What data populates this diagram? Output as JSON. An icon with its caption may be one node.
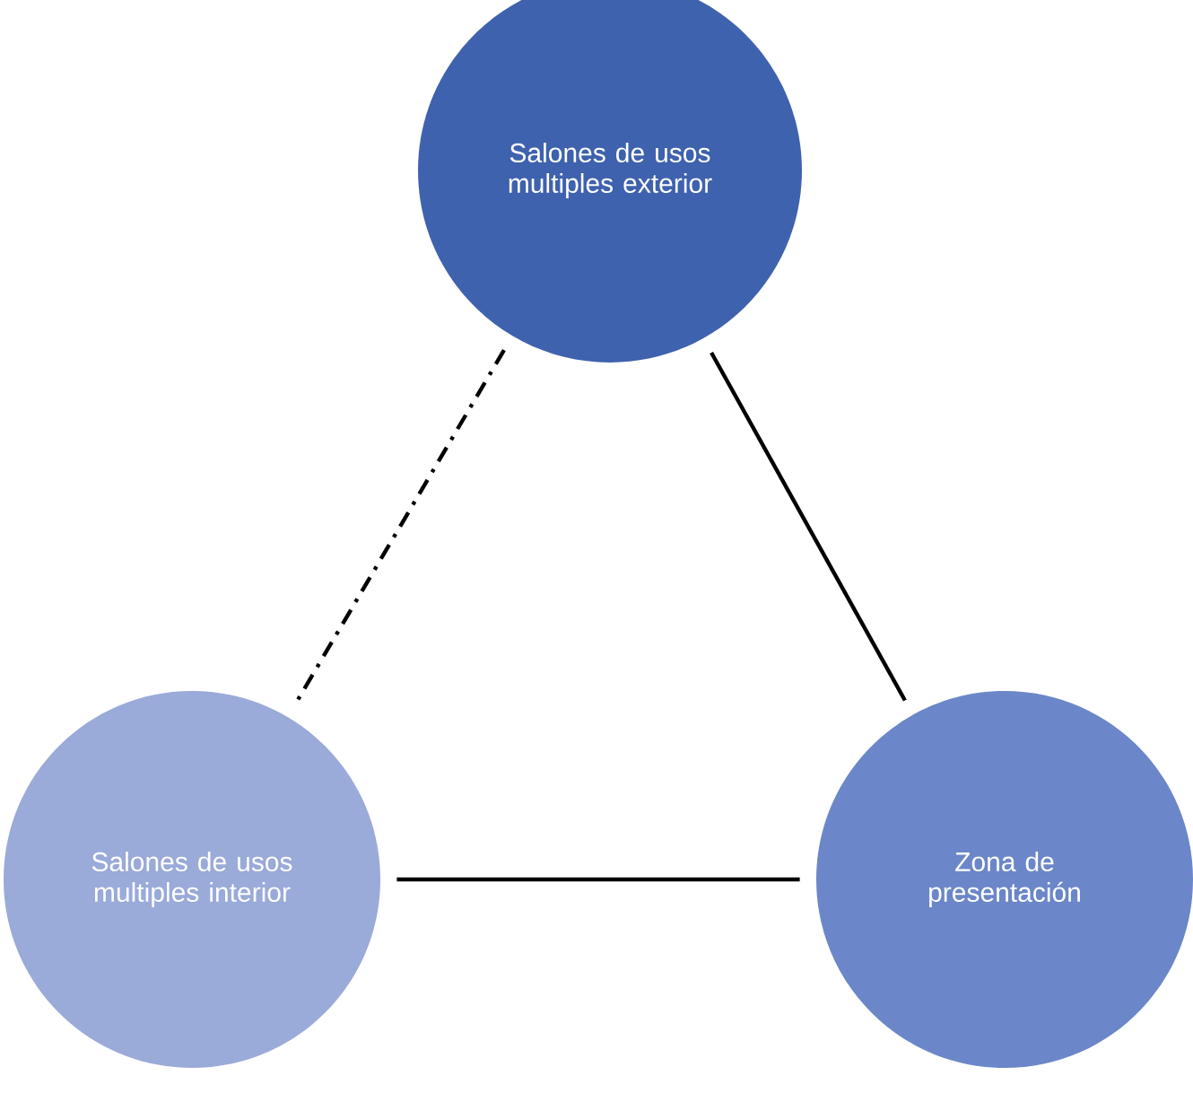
{
  "diagram": {
    "nodes": [
      {
        "text": [
          "Salones de usos multiples exterior"
        ]
      },
      {
        "text": [
          "Salones de usos multiples interior"
        ]
      },
      {
        "text": [
          "Zona de presentación"
        ]
      }
    ],
    "edges": [
      {
        "from": 0,
        "to": 1,
        "arrow": "none",
        "style": "dashed"
      },
      {
        "from": 0,
        "to": 2,
        "arrow": "none"
      },
      {
        "from": 1,
        "to": 2,
        "arrow": "none"
      }
    ]
  }
}
